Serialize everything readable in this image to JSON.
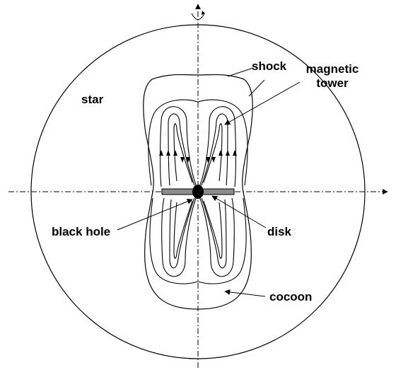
{
  "labels": {
    "star": "star",
    "shock": "shock",
    "magnetic_line1": "magnetic",
    "magnetic_line2": "tower",
    "black_hole": "black hole",
    "disk": "disk",
    "cocoon": "cocoon"
  },
  "colors": {
    "ink": "#000000",
    "disk_fill": "#8c8c8c",
    "background": "#ffffff"
  },
  "icons": {
    "rotation": "rotation-arrow-icon"
  }
}
